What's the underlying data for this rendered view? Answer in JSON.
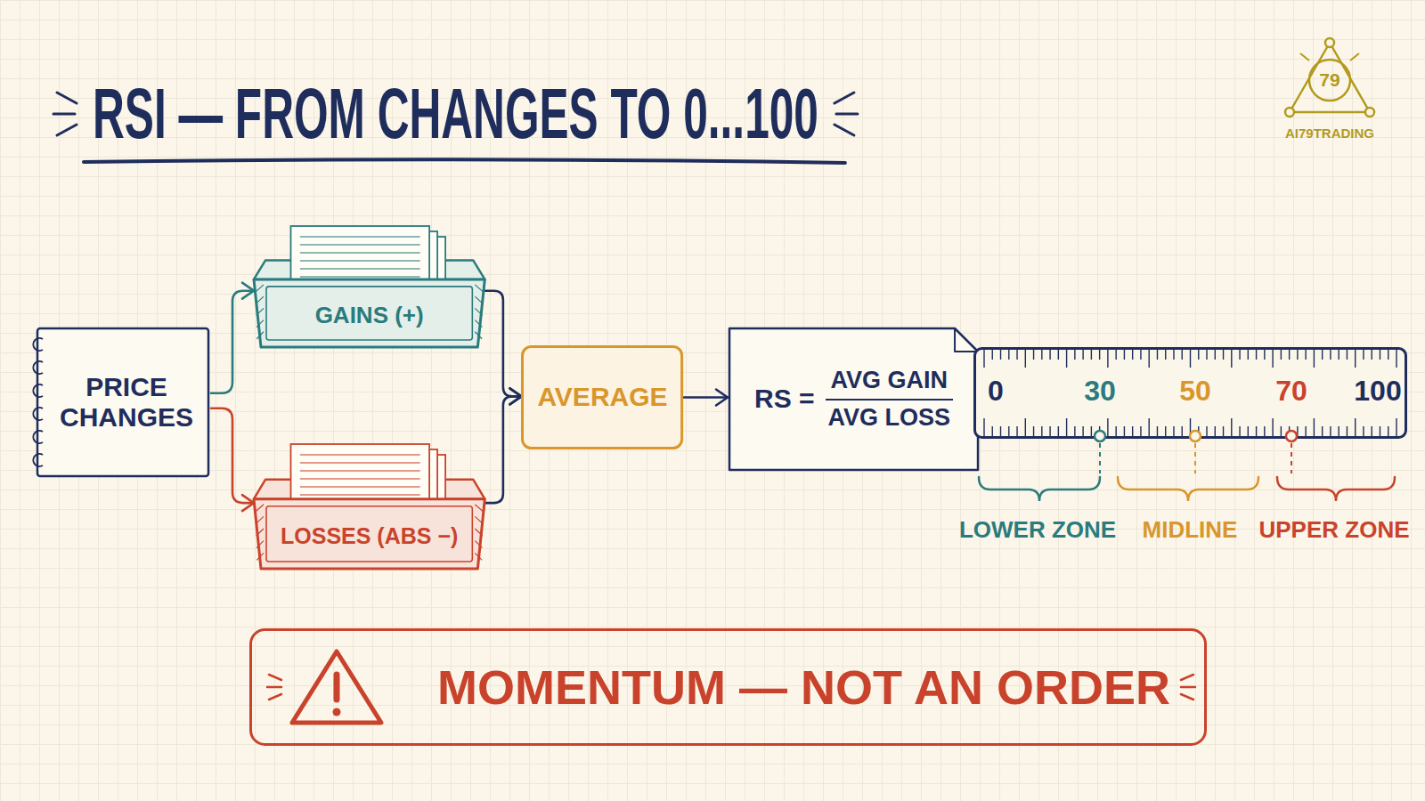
{
  "diagram": {
    "title": "RSI — FROM CHANGES TO 0...100",
    "nodes": [
      {
        "text": [
          "PRICE CHANGES"
        ]
      },
      {
        "text": [
          "GAINS (+)"
        ]
      },
      {
        "text": [
          "LOSSES (ABS −)"
        ]
      },
      {
        "text": [
          "AVERAGE"
        ]
      },
      {
        "text": [
          "RS =",
          "AVG GAIN",
          "AVG LOSS"
        ]
      },
      {
        "text": [
          "0",
          "30",
          "50",
          "70",
          "100"
        ]
      },
      {
        "text": [
          "MOMENTUM — NOT AN ORDER"
        ]
      }
    ],
    "edges": [
      {
        "from": 0,
        "to": 1,
        "arrow": "to"
      },
      {
        "from": 0,
        "to": 2,
        "arrow": "to"
      },
      {
        "from": 1,
        "to": 3,
        "arrow": "to"
      },
      {
        "from": 2,
        "to": 3,
        "arrow": "to"
      },
      {
        "from": 3,
        "to": 4,
        "arrow": "to"
      },
      {
        "from": 4,
        "to": 5,
        "arrow": "to"
      }
    ],
    "labels": [
      "LOWER ZONE",
      "MIDLINE",
      "UPPER ZONE",
      "79",
      "AI79TRADING"
    ]
  }
}
